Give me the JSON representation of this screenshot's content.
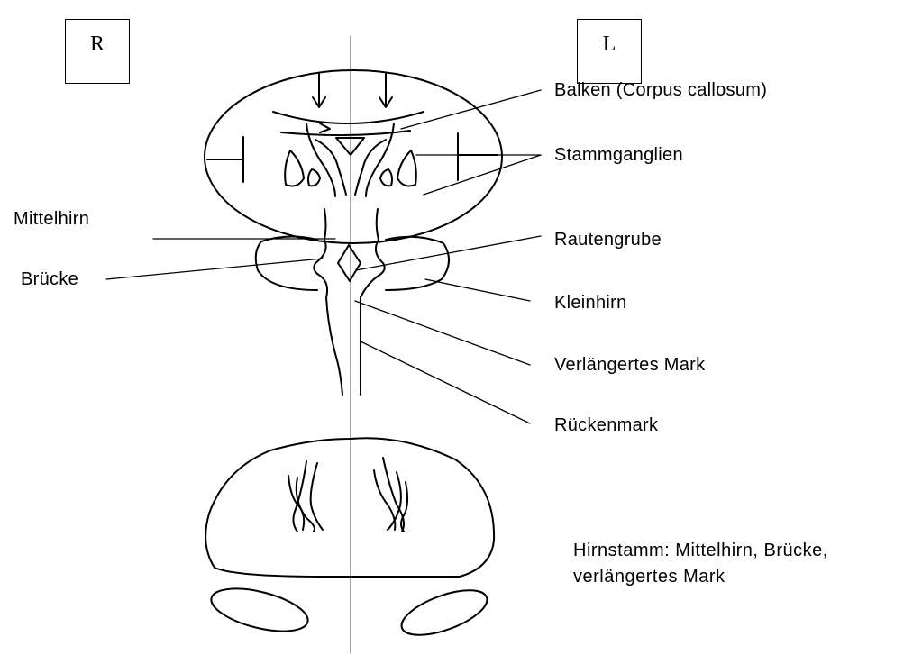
{
  "sides": {
    "right": "R",
    "left": "L"
  },
  "labels": {
    "balken": "Balken (Corpus callosum)",
    "stammganglien": "Stammganglien",
    "mittelhirn": "Mittelhirn",
    "bruecke": "Brücke",
    "rautengrube": "Rautengrube",
    "kleinhirn": "Kleinhirn",
    "verlaengertes_mark": "Verlängertes Mark",
    "rueckenmark": "Rückenmark"
  },
  "note": {
    "line1": "Hirnstamm: Mittelhirn, Brücke,",
    "line2": "verlängertes Mark"
  }
}
